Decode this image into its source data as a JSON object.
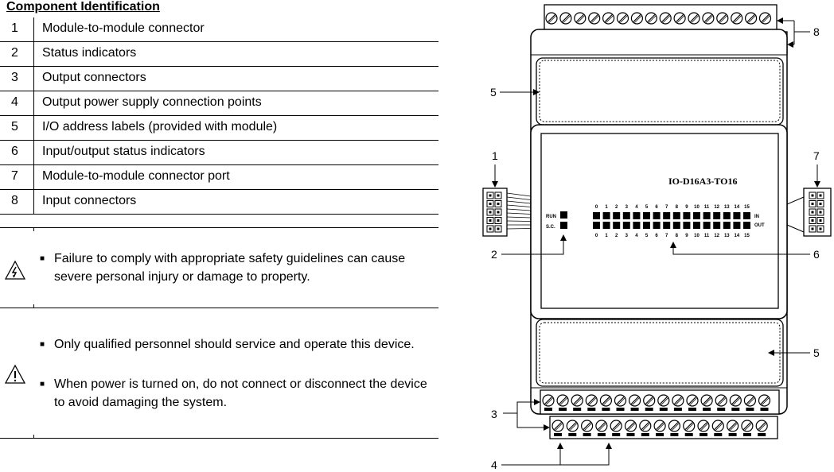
{
  "heading": "Component Identification",
  "components": [
    {
      "num": "1",
      "label": "Module-to-module connector"
    },
    {
      "num": "2",
      "label": "Status indicators"
    },
    {
      "num": "3",
      "label": "Output connectors"
    },
    {
      "num": "4",
      "label": "Output power supply connection points"
    },
    {
      "num": "5",
      "label": "I/O address labels (provided with module)"
    },
    {
      "num": "6",
      "label": "Input/output status indicators"
    },
    {
      "num": "7",
      "label": "Module-to-module connector port"
    },
    {
      "num": "8",
      "label": "Input connectors"
    }
  ],
  "warnings": [
    {
      "icon": "electric-hazard-icon",
      "bullets": [
        "Failure to comply with appropriate safety guidelines can cause severe personal injury or damage to property."
      ]
    },
    {
      "icon": "caution-triangle-icon",
      "bullets": [
        "Only qualified personnel should service and operate this device.",
        "When power is turned on, do not connect or disconnect the device to avoid damaging the system."
      ]
    }
  ],
  "diagram": {
    "model": "IO-D16A3-TO16",
    "run_label": "RUN",
    "sc_label": "S.C.",
    "in_label": "IN",
    "out_label": "OUT",
    "channel_numbers": [
      "0",
      "1",
      "2",
      "3",
      "4",
      "5",
      "6",
      "7",
      "8",
      "9",
      "10",
      "11",
      "12",
      "13",
      "14",
      "15"
    ],
    "callouts": {
      "c1": "1",
      "c2": "2",
      "c3": "3",
      "c4": "4",
      "c5a": "5",
      "c5b": "5",
      "c6": "6",
      "c7": "7",
      "c8": "8"
    }
  }
}
